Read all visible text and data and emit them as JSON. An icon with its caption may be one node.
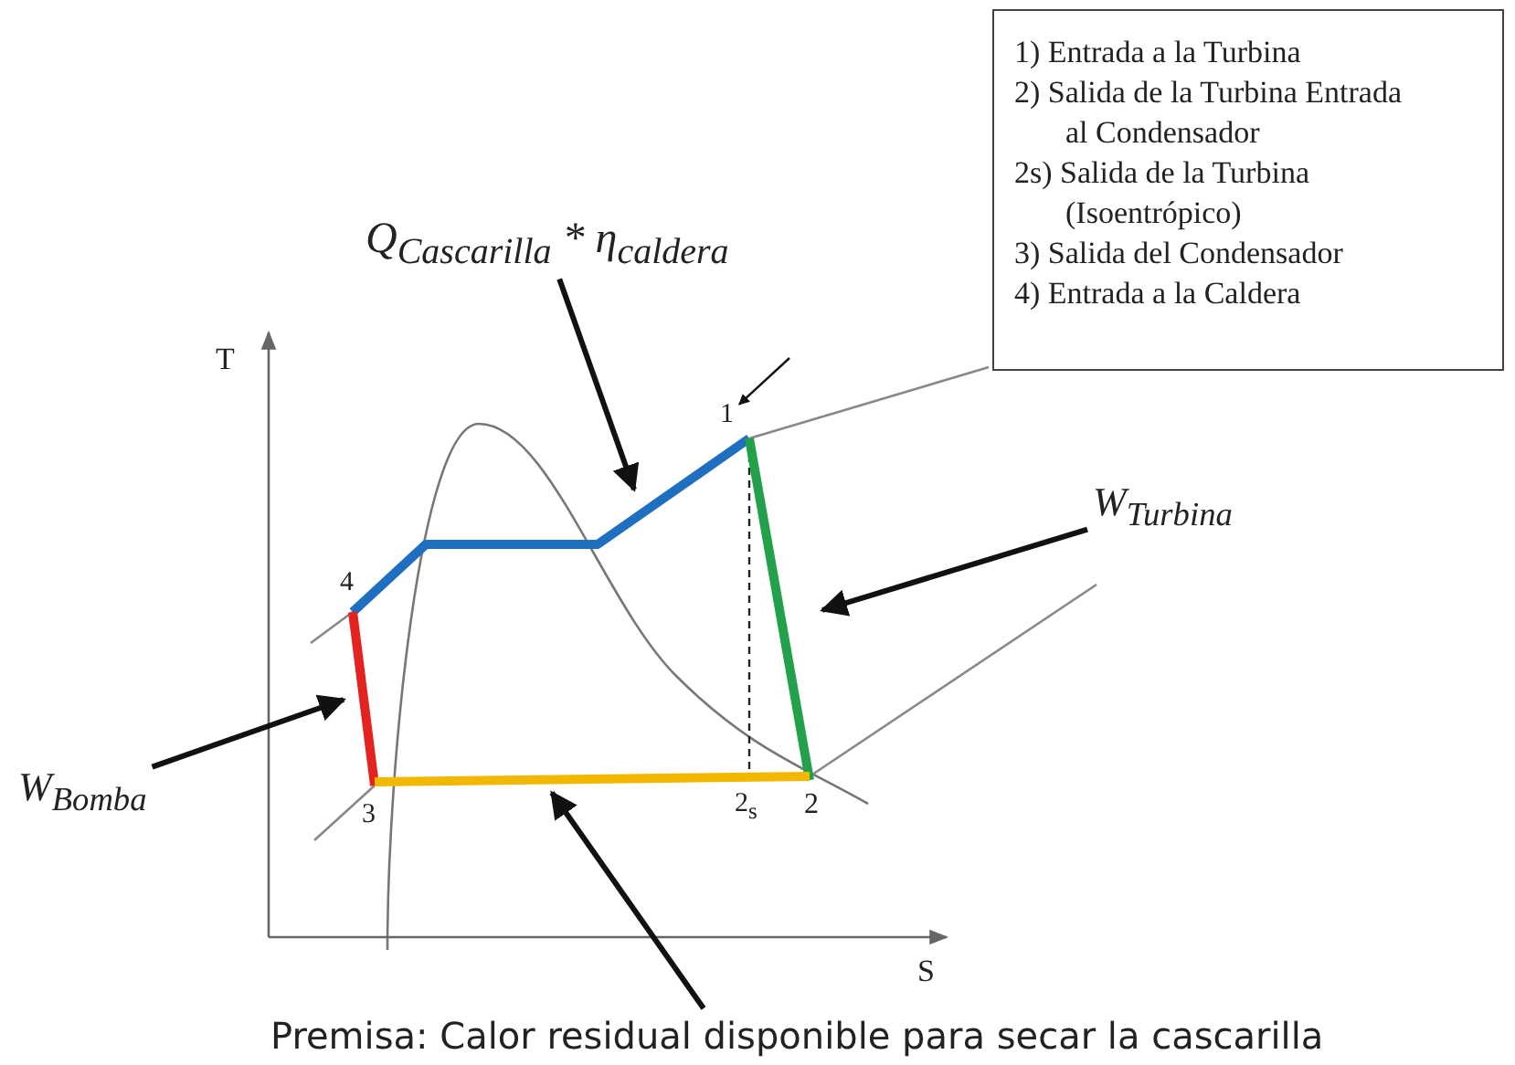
{
  "diagram": {
    "caption": "Premisa: Calor residual disponible para secar la cascarilla",
    "nodes": [
      {
        "text": [
          "Q$_{Cascarilla}$ * η$_{caldera}$"
        ]
      },
      {
        "text": [
          "W$_{Turbina}$"
        ]
      },
      {
        "text": [
          "W$_{Bomba}$"
        ]
      },
      {
        "text": [
          "1"
        ]
      },
      {
        "text": [],
        "shape": "line"
      },
      {
        "text": [],
        "shape": "line"
      },
      {
        "text": [],
        "shape": "line"
      },
      {
        "text": [],
        "shape": "line"
      }
    ],
    "edges": [
      {
        "from": 0,
        "to": 4,
        "arrow": "to"
      },
      {
        "from": 1,
        "to": 5,
        "arrow": "to"
      },
      {
        "from": 2,
        "to": 6,
        "arrow": "to"
      },
      {
        "from": null,
        "to": 3,
        "arrow": "to"
      },
      {
        "from": null,
        "to": 7,
        "arrow": "to"
      }
    ],
    "labels": [
      "1)  Entrada a la Turbina",
      "2)  Salida de la Turbina Entrada al Condensador",
      "2s) Salida de la Turbina (Isoentrópico)",
      "3)  Salida del Condensador",
      "4)  Entrada a la Caldera",
      "T",
      "4",
      "3",
      "2$_{s}$",
      "2",
      "S"
    ]
  }
}
